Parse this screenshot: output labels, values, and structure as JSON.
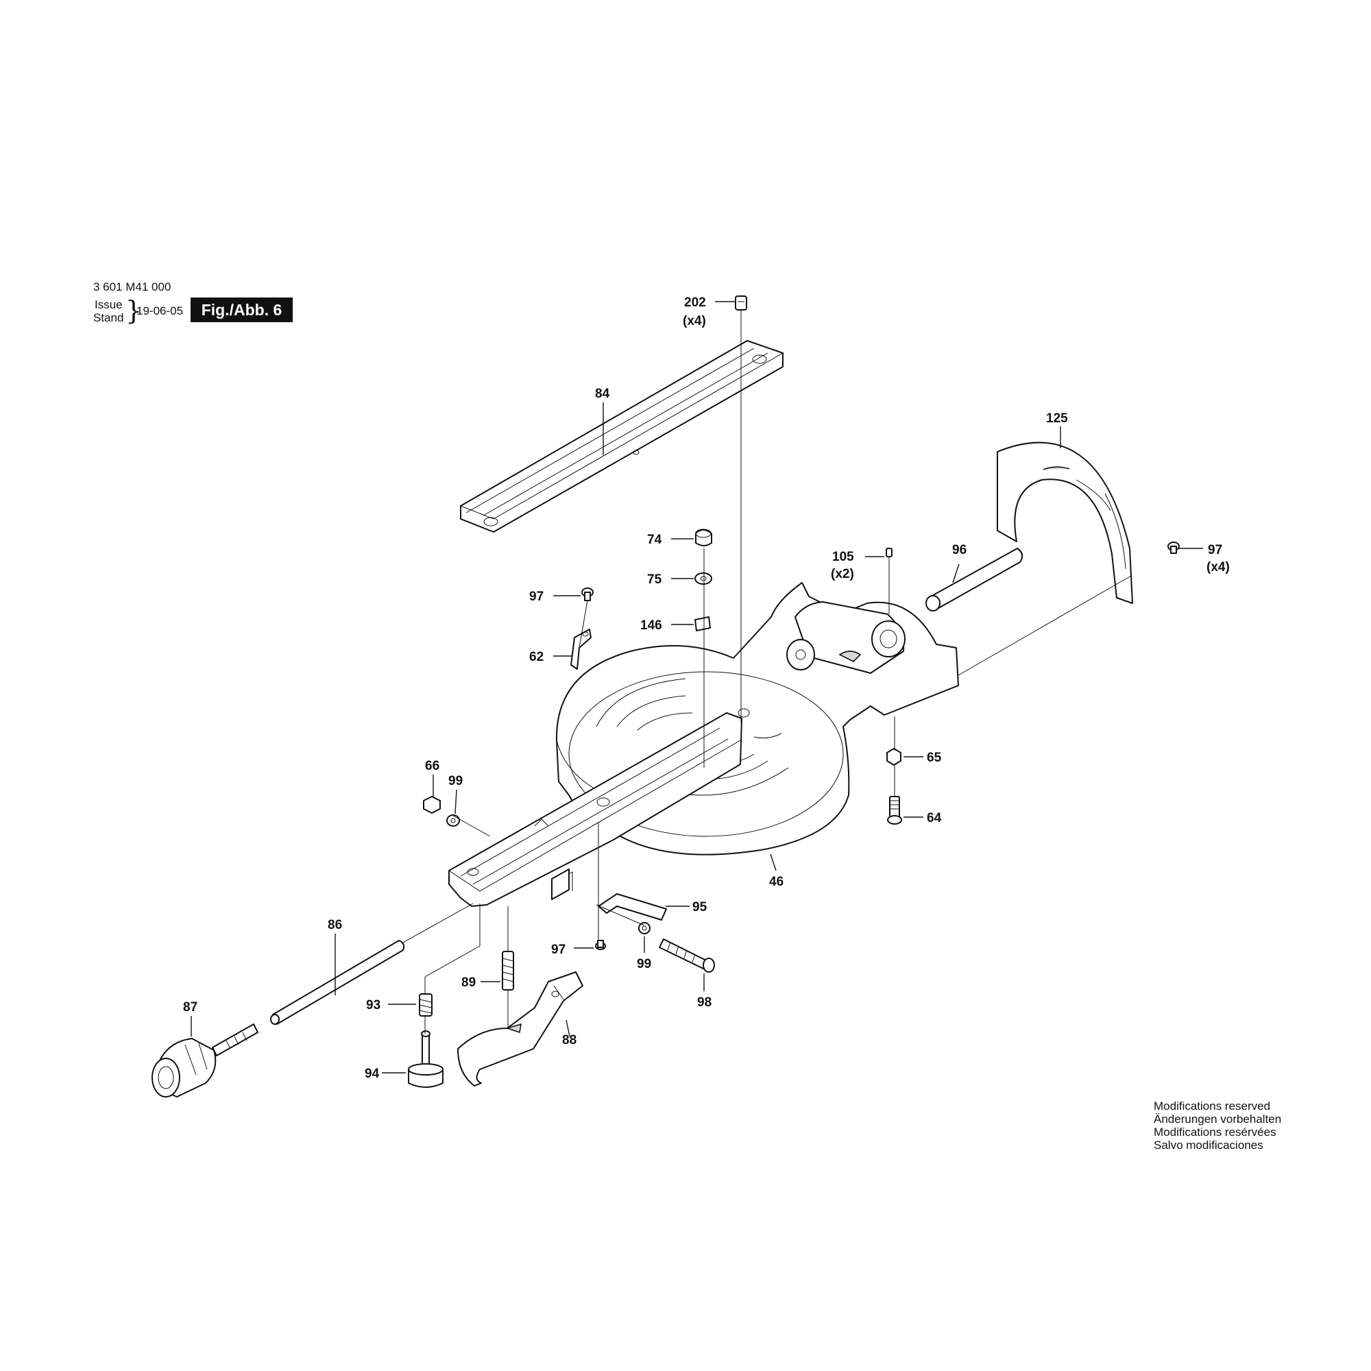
{
  "header": {
    "part_number": "3 601 M41 000",
    "issue_label": "Issue",
    "stand_label": "Stand",
    "brace": "}",
    "date": "19-06-05",
    "figure": "Fig./Abb. 6"
  },
  "footer_note": [
    "Modifications reserved",
    "Änderungen vorbehalten",
    "Modifications resérvées",
    "Salvo modificaciones"
  ],
  "callouts": {
    "c202": "202",
    "c202q": "(x4)",
    "c84": "84",
    "c125": "125",
    "c74": "74",
    "c75": "75",
    "c146": "146",
    "c105": "105",
    "c105q": "(x2)",
    "c96": "96",
    "c97r": "97",
    "c97rq": "(x4)",
    "c97a": "97",
    "c62": "62",
    "c66": "66",
    "c99a": "99",
    "c65": "65",
    "c64": "64",
    "c46": "46",
    "c86": "86",
    "c95": "95",
    "c97b": "97",
    "c99b": "99",
    "c98": "98",
    "c89": "89",
    "c87": "87",
    "c93": "93",
    "c88": "88",
    "c94": "94"
  }
}
